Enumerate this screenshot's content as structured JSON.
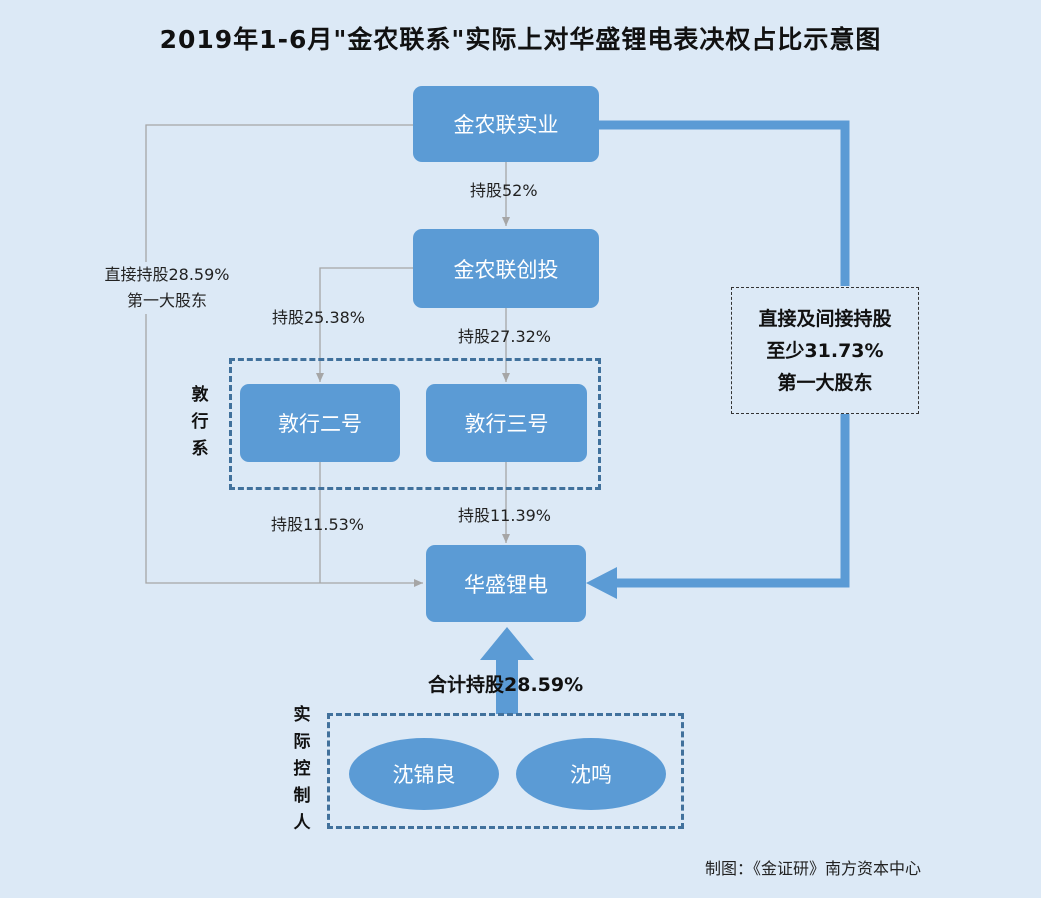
{
  "title": "2019年1-6月\"金农联系\"实际上对华盛锂电表决权占比示意图",
  "nodes": {
    "jinnonglian_shiye": "金农联实业",
    "jinnonglian_chuangtou": "金农联创投",
    "dunxing_erhao": "敦行二号",
    "dunxing_sanhao": "敦行三号",
    "huasheng_lidian": "华盛锂电",
    "shen_jinliang": "沈锦良",
    "shen_ming": "沈鸣"
  },
  "edges": {
    "shiye_to_chuangtou": "持股52%",
    "chuangtou_to_erhao": "持股25.38%",
    "chuangtou_to_sanhao": "持股27.32%",
    "erhao_to_huasheng": "持股11.53%",
    "sanhao_to_huasheng": "持股11.39%",
    "shiye_direct_line1": "直接持股28.59%",
    "shiye_direct_line2": "第一大股东"
  },
  "groups": {
    "dunxing_label": [
      "敦",
      "行",
      "系"
    ],
    "controller_label": [
      "实",
      "际",
      "控",
      "制",
      "人"
    ]
  },
  "summary": {
    "line1": "直接及间接持股",
    "line2": "至少31.73%",
    "line3": "第一大股东"
  },
  "total_label": "合计持股28.59%",
  "credit": "制图：《金证研》南方资本中心",
  "colors": {
    "background": "#dce9f6",
    "node_fill": "#5b9bd5",
    "dashed_border": "#41719c",
    "thin_line": "#a6a6a6"
  }
}
